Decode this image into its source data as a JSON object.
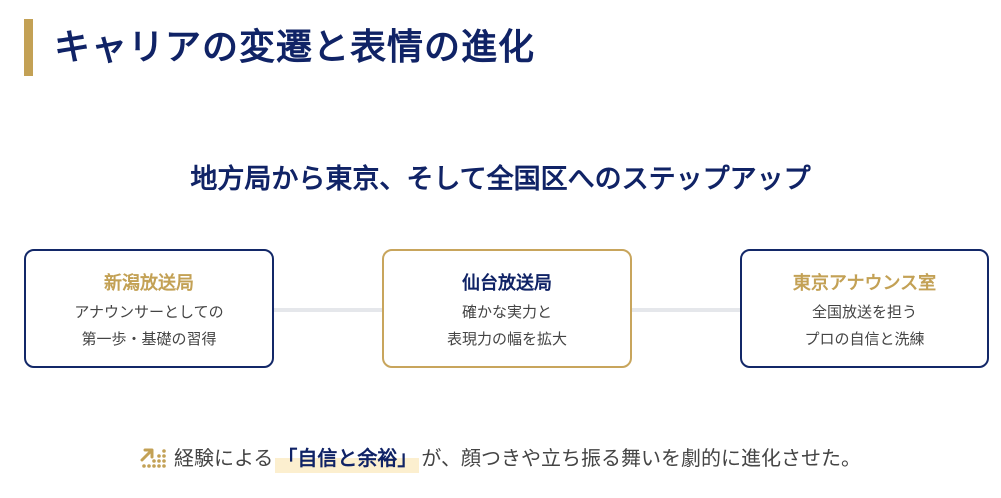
{
  "header": {
    "title": "キャリアの変遷と表情の進化",
    "accent_color": "#c3a155",
    "title_color": "#102366"
  },
  "subtitle": "地方局から東京、そして全国区へのステップアップ",
  "steps": [
    {
      "title": "新潟放送局",
      "lines": [
        "アナウンサーとしての",
        "第一歩・基礎の習得"
      ],
      "title_color": "#c3a155",
      "border_color": "#132868"
    },
    {
      "title": "仙台放送局",
      "lines": [
        "確かな実力と",
        "表現力の幅を拡大"
      ],
      "title_color": "#102366",
      "border_color": "#c8a55c"
    },
    {
      "title": "東京アナウンス室",
      "lines": [
        "全国放送を担う",
        "プロの自信と洗練"
      ],
      "title_color": "#c3a155",
      "border_color": "#132868"
    }
  ],
  "footer": {
    "icon": "growth-chart-icon",
    "text_before": "経験による",
    "highlight": "「自信と余裕」",
    "text_after": "が、顔つきや立ち振る舞いを劇的に進化させた。",
    "highlight_bg": "#fcefcf"
  }
}
